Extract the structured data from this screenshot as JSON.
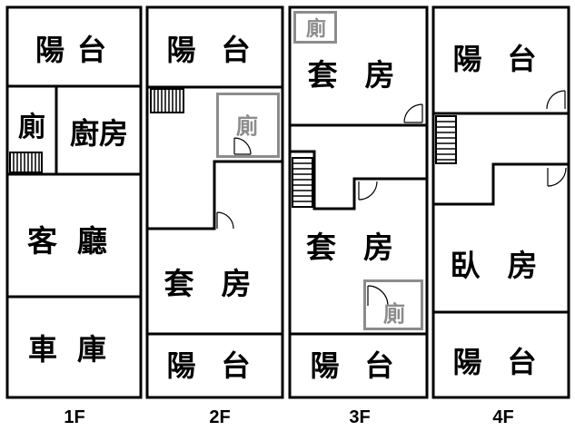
{
  "floors": {
    "f1": {
      "label": "1F",
      "balcony": "陽台",
      "toilet": "廁",
      "kitchen": "廚房",
      "living_room": "客廳",
      "garage": "車庫"
    },
    "f2": {
      "label": "2F",
      "balcony_front": "陽台",
      "toilet": "廁",
      "suite": "套房",
      "balcony_back": "陽台"
    },
    "f3": {
      "label": "3F",
      "toilet_top": "廁",
      "suite_top": "套房",
      "suite_bottom": "套房",
      "toilet_bottom": "廁",
      "balcony": "陽台"
    },
    "f4": {
      "label": "4F",
      "balcony_front": "陽台",
      "bedroom": "臥房",
      "balcony_back": "陽台"
    }
  },
  "colors": {
    "wall": "#000000",
    "toilet_frame": "#8c8c8c"
  }
}
